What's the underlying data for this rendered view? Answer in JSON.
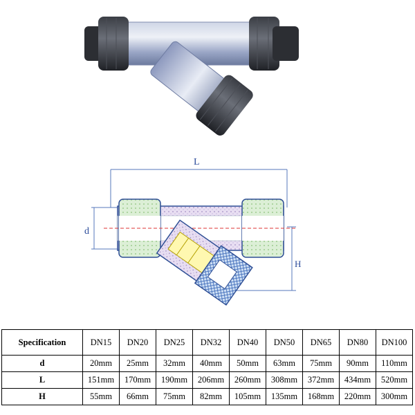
{
  "diagram": {
    "labels": {
      "length": "L",
      "diameter": "d",
      "height": "H"
    }
  },
  "table": {
    "header_label": "Specification",
    "columns": [
      "DN15",
      "DN20",
      "DN25",
      "DN32",
      "DN40",
      "DN50",
      "DN65",
      "DN80",
      "DN100"
    ],
    "rows": [
      {
        "label": "d",
        "values": [
          "20mm",
          "25mm",
          "32mm",
          "40mm",
          "50mm",
          "63mm",
          "75mm",
          "90mm",
          "110mm"
        ]
      },
      {
        "label": "L",
        "values": [
          "151mm",
          "170mm",
          "190mm",
          "206mm",
          "260mm",
          "308mm",
          "372mm",
          "434mm",
          "520mm"
        ]
      },
      {
        "label": "H",
        "values": [
          "55mm",
          "66mm",
          "75mm",
          "82mm",
          "105mm",
          "135mm",
          "168mm",
          "220mm",
          "300mm"
        ]
      }
    ]
  }
}
